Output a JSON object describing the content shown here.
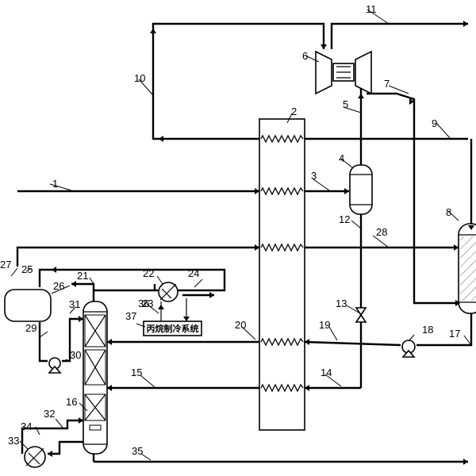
{
  "labels": [
    "1",
    "2",
    "3",
    "4",
    "5",
    "6",
    "7",
    "8",
    "9",
    "10",
    "11",
    "12",
    "13",
    "14",
    "15",
    "16",
    "17",
    "18",
    "19",
    "20",
    "21",
    "22",
    "23",
    "24",
    "25",
    "26",
    "27",
    "28",
    "29",
    "30",
    "31",
    "32",
    "33",
    "34",
    "35",
    "36",
    "37"
  ],
  "box_label": "丙烷制冷系统"
}
